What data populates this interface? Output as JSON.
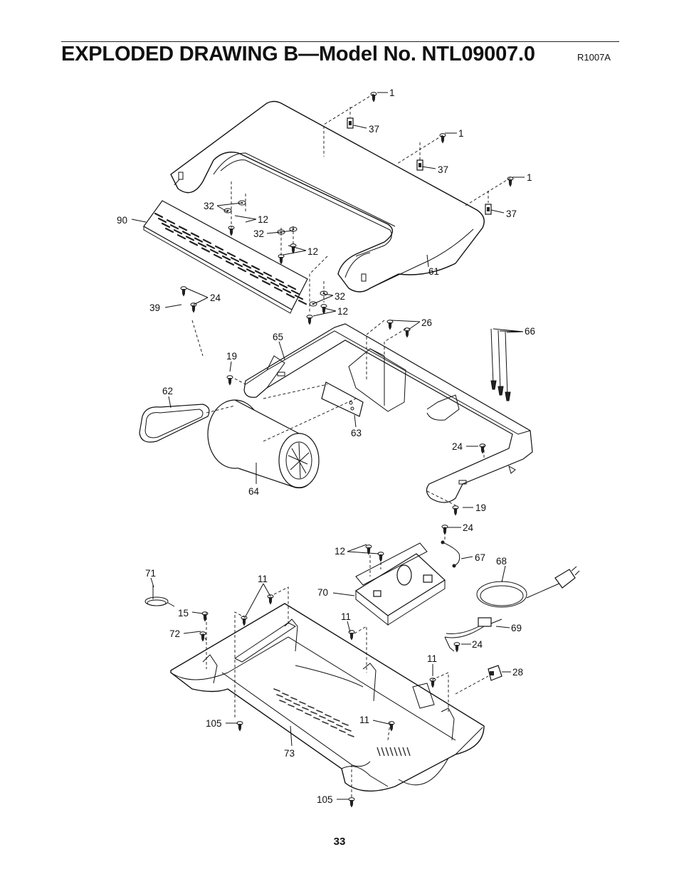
{
  "page": {
    "title": "EXPLODED DRAWING B—Model No. NTL09007.0",
    "drawing_code": "R1007A",
    "page_number": "33"
  },
  "callouts": {
    "c1a": "1",
    "c1b": "1",
    "c1c": "1",
    "c37a": "37",
    "c37b": "37",
    "c37c": "37",
    "c32a": "32",
    "c12a": "12",
    "c32b": "32",
    "c12b": "12",
    "c90": "90",
    "c61": "61",
    "c32c": "32",
    "c12c": "12",
    "c39": "39",
    "c24a": "24",
    "c26": "26",
    "c66": "66",
    "c65": "65",
    "c19a": "19",
    "c62": "62",
    "c63": "63",
    "c64": "64",
    "c24b": "24",
    "c19b": "19",
    "c24c": "24",
    "c67": "67",
    "c68": "68",
    "c12d": "12",
    "c70": "70",
    "c71": "71",
    "c11a": "11",
    "c15": "15",
    "c72": "72",
    "c11b": "11",
    "c69": "69",
    "c24d": "24",
    "c11c": "11",
    "c28": "28",
    "c105a": "105",
    "c11d": "11",
    "c73": "73",
    "c105b": "105"
  }
}
